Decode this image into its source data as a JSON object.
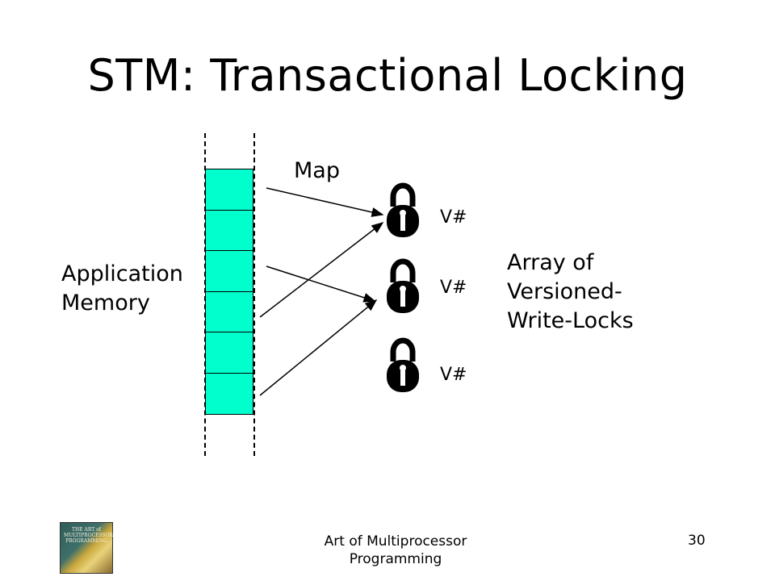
{
  "title": "STM: Transactional Locking",
  "labels": {
    "map": "Map",
    "app_memory_line1": "Application",
    "app_memory_line2": "Memory",
    "array_line1": "Array of",
    "array_line2": "Versioned-",
    "array_line3": "Write-Locks"
  },
  "locks": [
    {
      "icon": "padlock-icon",
      "version_label": "V#"
    },
    {
      "icon": "padlock-icon",
      "version_label": "V#"
    },
    {
      "icon": "padlock-icon",
      "version_label": "V#"
    }
  ],
  "memory_cell_color": "#00ffcc",
  "footer": {
    "book_title": "THE ART of MULTIPROCESSOR PROGRAMMING",
    "text_line1": "Art of Multiprocessor",
    "text_line2": "Programming",
    "page_number": "30"
  }
}
